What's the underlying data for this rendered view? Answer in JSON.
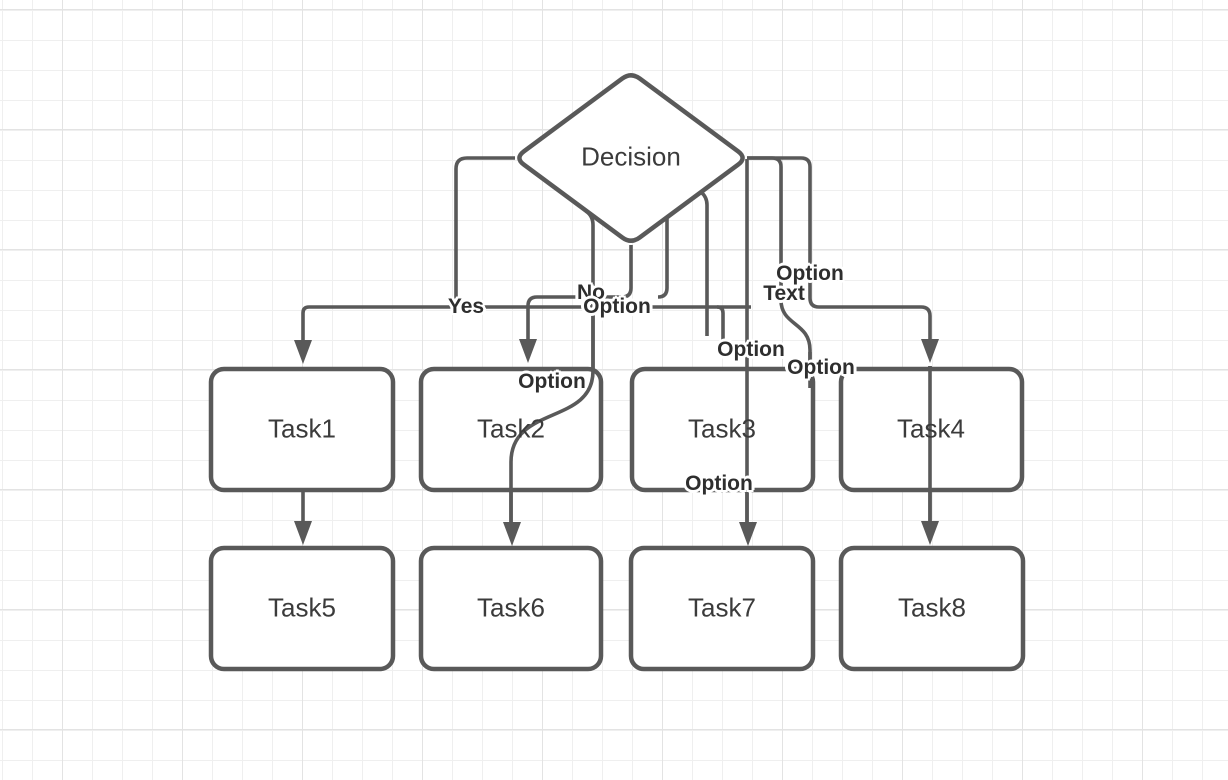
{
  "app": {
    "kind": "flowchart-canvas"
  },
  "colors": {
    "background": "#ffffff",
    "grid_minor": "#efefef",
    "grid_major": "#e3e3e3",
    "shape_stroke": "#595959",
    "shape_fill": "#ffffff",
    "node_text": "#3b3b3b",
    "edge_label_text": "#2e2e2e"
  },
  "nodes": {
    "decision": {
      "label": "Decision",
      "shape": "diamond"
    },
    "task1": {
      "label": "Task1",
      "shape": "rounded-rect"
    },
    "task2": {
      "label": "Task2",
      "shape": "rounded-rect"
    },
    "task3": {
      "label": "Task3",
      "shape": "rounded-rect"
    },
    "task4": {
      "label": "Task4",
      "shape": "rounded-rect"
    },
    "task5": {
      "label": "Task5",
      "shape": "rounded-rect"
    },
    "task6": {
      "label": "Task6",
      "shape": "rounded-rect"
    },
    "task7": {
      "label": "Task7",
      "shape": "rounded-rect"
    },
    "task8": {
      "label": "Task8",
      "shape": "rounded-rect"
    }
  },
  "edge_labels": {
    "yes": {
      "text": "Yes"
    },
    "no": {
      "text": "No"
    },
    "option_a": {
      "text": "Option"
    },
    "option_text": {
      "text": "Option Text",
      "line1": "Option",
      "line2": "Text"
    },
    "option_b": {
      "text": "Option"
    },
    "option_c": {
      "text": "Option"
    },
    "option_d": {
      "text": "Option"
    },
    "option_e": {
      "text": "Option"
    }
  }
}
